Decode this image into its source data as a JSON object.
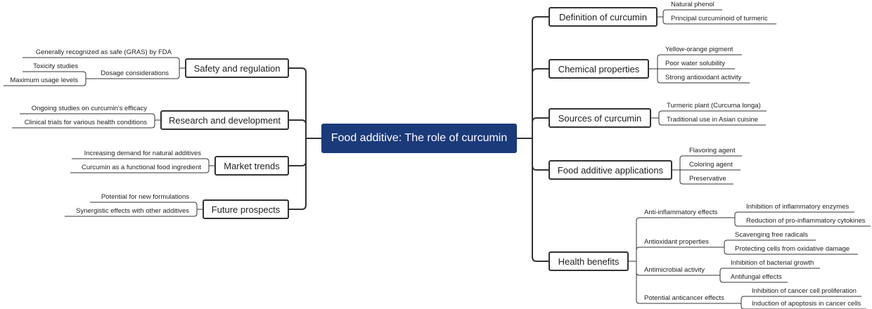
{
  "central": "Food additive: The role of curcumin",
  "right": [
    {
      "label": "Definition of curcumin",
      "children": [
        {
          "label": "Natural phenol"
        },
        {
          "label": "Principal curcuminoid of turmeric"
        }
      ]
    },
    {
      "label": "Chemical properties",
      "children": [
        {
          "label": "Yellow-orange pigment"
        },
        {
          "label": "Poor water solubility"
        },
        {
          "label": "Strong antioxidant activity"
        }
      ]
    },
    {
      "label": "Sources of curcumin",
      "children": [
        {
          "label": "Turmeric plant (Curcuma longa)"
        },
        {
          "label": "Traditional use in Asian cuisine"
        }
      ]
    },
    {
      "label": "Food additive applications",
      "children": [
        {
          "label": "Flavoring agent"
        },
        {
          "label": "Coloring agent"
        },
        {
          "label": "Preservative"
        }
      ]
    },
    {
      "label": "Health benefits",
      "children": [
        {
          "label": "Anti-inflammatory effects",
          "children": [
            {
              "label": "Inhibition of inflammatory enzymes"
            },
            {
              "label": "Reduction of pro-inflammatory cytokines"
            }
          ]
        },
        {
          "label": "Antioxidant properties",
          "children": [
            {
              "label": "Scavenging free radicals"
            },
            {
              "label": "Protecting cells from oxidative damage"
            }
          ]
        },
        {
          "label": "Antimicrobial activity",
          "children": [
            {
              "label": "Inhibition of bacterial growth"
            },
            {
              "label": "Antifungal effects"
            }
          ]
        },
        {
          "label": "Potential anticancer effects",
          "children": [
            {
              "label": "Inhibition of cancer cell proliferation"
            },
            {
              "label": "Induction of apoptosis in cancer cells"
            }
          ]
        }
      ]
    }
  ],
  "left": [
    {
      "label": "Safety and regulation",
      "children": [
        {
          "label": "Generally recognized as safe (GRAS) by FDA"
        },
        {
          "label": "Dosage considerations",
          "children": [
            {
              "label": "Toxicity studies"
            },
            {
              "label": "Maximum usage levels"
            }
          ]
        }
      ]
    },
    {
      "label": "Research and development",
      "children": [
        {
          "label": "Ongoing studies on curcumin's efficacy"
        },
        {
          "label": "Clinical trials for various health conditions"
        }
      ]
    },
    {
      "label": "Market trends",
      "children": [
        {
          "label": "Increasing demand for natural additives"
        },
        {
          "label": "Curcumin as a functional food ingredient"
        }
      ]
    },
    {
      "label": "Future prospects",
      "children": [
        {
          "label": "Potential for new formulations"
        },
        {
          "label": "Synergistic effects with other additives"
        }
      ]
    }
  ],
  "colors": {
    "central_bg": "#1b3a7a",
    "line": "#333333",
    "text": "#222222"
  }
}
